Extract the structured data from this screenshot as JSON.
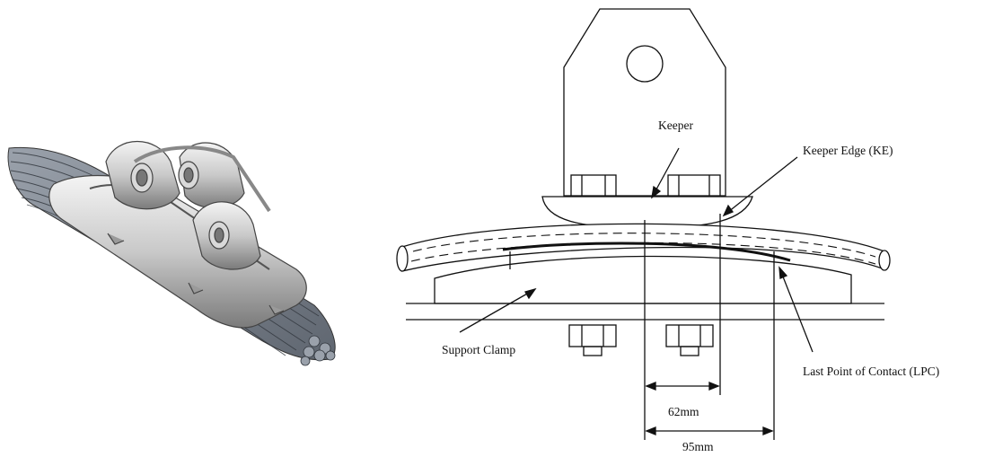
{
  "labels": {
    "keeper": "Keeper",
    "keeper_edge": "Keeper Edge (KE)",
    "support_clamp": "Support Clamp",
    "last_point_of_contact": "Last Point of Contact (LPC)",
    "dim_62": "62mm",
    "dim_95": "95mm"
  },
  "colors": {
    "ink": "#111111",
    "metal_light": "#e6e6e6",
    "metal_mid": "#b9b9b9",
    "metal_dark": "#6f6f6f",
    "strand": "#7d8590"
  }
}
